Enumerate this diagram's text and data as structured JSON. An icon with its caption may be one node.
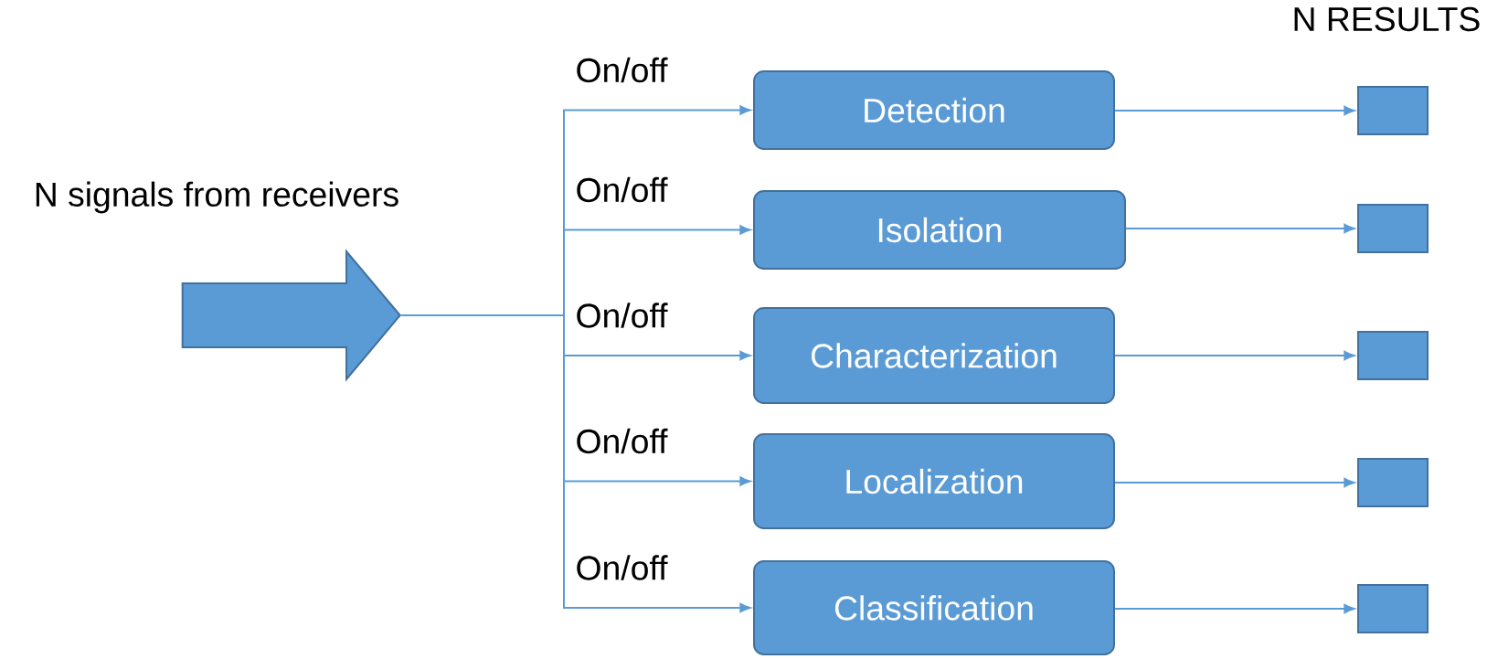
{
  "diagram": {
    "nodes": [
      {
        "text": [],
        "shape": "arrow",
        "beside": [
          "N signals from receivers"
        ]
      },
      {
        "text": [
          "Detection"
        ]
      },
      {
        "text": [
          "Isolation"
        ]
      },
      {
        "text": [
          "Characterization"
        ]
      },
      {
        "text": [
          "Localization"
        ]
      },
      {
        "text": [
          "Classification"
        ]
      },
      {
        "text": [],
        "shape": "box"
      },
      {
        "text": [],
        "shape": "box"
      },
      {
        "text": [],
        "shape": "box"
      },
      {
        "text": [],
        "shape": "box"
      },
      {
        "text": [],
        "shape": "box"
      }
    ],
    "edges": [
      {
        "from": 0,
        "to": 1,
        "arrow": "to",
        "label": "On/off"
      },
      {
        "from": 0,
        "to": 2,
        "arrow": "to",
        "label": "On/off"
      },
      {
        "from": 0,
        "to": 3,
        "arrow": "to",
        "label": "On/off"
      },
      {
        "from": 0,
        "to": 4,
        "arrow": "to",
        "label": "On/off"
      },
      {
        "from": 0,
        "to": 5,
        "arrow": "to",
        "label": "On/off"
      },
      {
        "from": 1,
        "to": 6,
        "arrow": "to"
      },
      {
        "from": 2,
        "to": 7,
        "arrow": "to"
      },
      {
        "from": 3,
        "to": 8,
        "arrow": "to"
      },
      {
        "from": 4,
        "to": 9,
        "arrow": "to"
      },
      {
        "from": 5,
        "to": 10,
        "arrow": "to"
      }
    ],
    "labels": [
      "N RESULTS"
    ]
  }
}
